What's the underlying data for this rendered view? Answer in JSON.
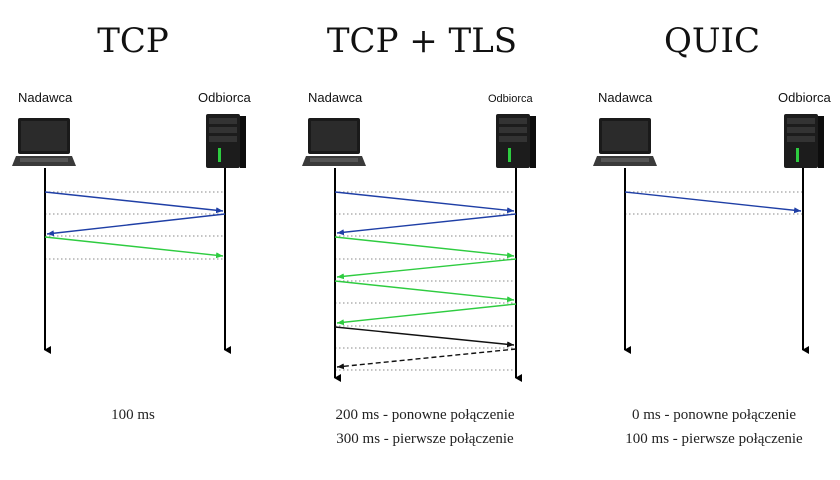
{
  "colors": {
    "blue": "#1f3fa6",
    "green": "#2ecc40",
    "black": "#111111"
  },
  "icons": {
    "sender": "laptop-icon",
    "receiver": "server-tower-icon"
  },
  "panels": [
    {
      "title": "TCP",
      "sender_label": "Nadawca",
      "receiver_label": "Odbiorca",
      "captions": [
        "100 ms"
      ]
    },
    {
      "title": "TCP + TLS",
      "sender_label": "Nadawca",
      "receiver_label": "Odbiorca",
      "captions": [
        "200 ms - ponowne połączenie",
        "300 ms - pierwsze połączenie"
      ]
    },
    {
      "title": "QUIC",
      "sender_label": "Nadawca",
      "receiver_label": "Odbiorca",
      "captions": [
        "0 ms - ponowne połączenie",
        "100 ms - pierwsze połączenie"
      ]
    }
  ]
}
